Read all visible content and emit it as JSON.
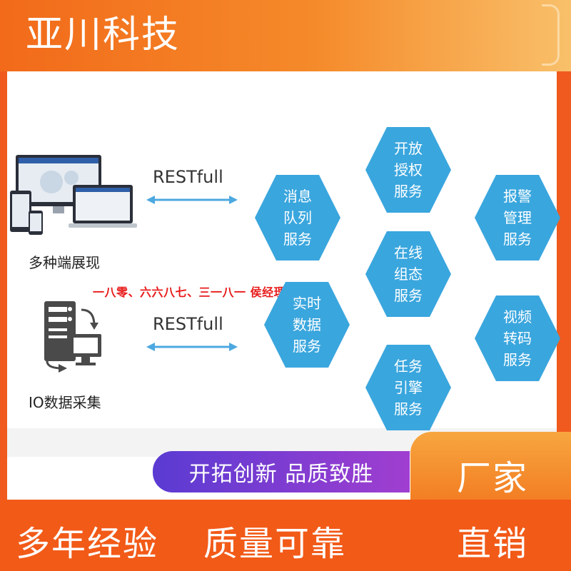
{
  "brand": {
    "name": "亚川科技"
  },
  "left": {
    "devices_label": "多种端展现",
    "io_label": "IO数据采集",
    "arrow_top_label": "RESTfull",
    "arrow_bottom_label": "RESTfull"
  },
  "watermark": "一八零、六六八七、三一八一  侯经理",
  "services": [
    {
      "lines": [
        "开放",
        "授权",
        "服务"
      ]
    },
    {
      "lines": [
        "消息",
        "队列",
        "服务"
      ]
    },
    {
      "lines": [
        "报警",
        "管理",
        "服务"
      ]
    },
    {
      "lines": [
        "在线",
        "组态",
        "服务"
      ]
    },
    {
      "lines": [
        "实时",
        "数据",
        "服务"
      ]
    },
    {
      "lines": [
        "视频",
        "转码",
        "服务"
      ]
    },
    {
      "lines": [
        "任务",
        "引擎",
        "服务"
      ]
    }
  ],
  "bottom": {
    "slogan_pill": "开拓创新  品质致胜",
    "factory_line1": "厂家",
    "factory_line2": "直销",
    "slogan_left": "多年经验",
    "slogan_right": "质量可靠"
  },
  "colors": {
    "accent": "#f25a18",
    "hex": "#3aa6de",
    "purple": "#6a3bd2"
  }
}
